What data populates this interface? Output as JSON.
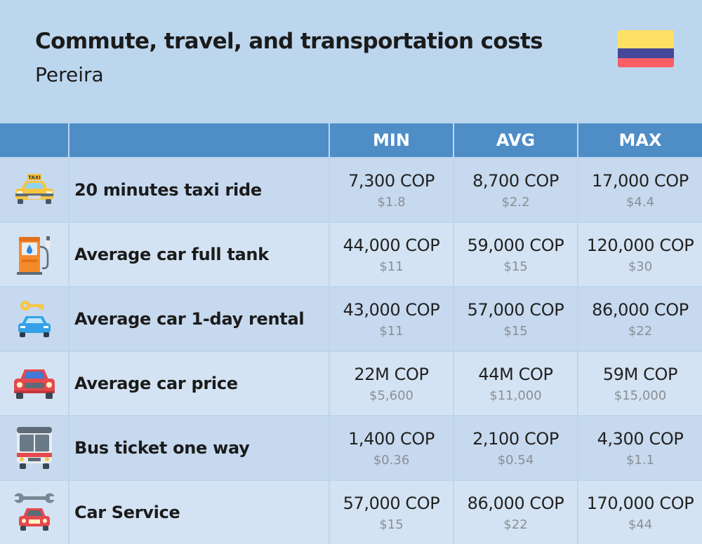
{
  "header": {
    "title": "Commute, travel, and transportation costs",
    "subtitle": "Pereira",
    "flag_colors": [
      "#fde165",
      "#44489a",
      "#fb5f65"
    ]
  },
  "table": {
    "columns": [
      "MIN",
      "AVG",
      "MAX"
    ],
    "rows": [
      {
        "icon": "taxi-icon",
        "label": "20 minutes taxi ride",
        "min": "7,300 COP",
        "min_usd": "$1.8",
        "avg": "8,700 COP",
        "avg_usd": "$2.2",
        "max": "17,000 COP",
        "max_usd": "$4.4"
      },
      {
        "icon": "fuel-pump-icon",
        "label": "Average car full tank",
        "min": "44,000 COP",
        "min_usd": "$11",
        "avg": "59,000 COP",
        "avg_usd": "$15",
        "max": "120,000 COP",
        "max_usd": "$30"
      },
      {
        "icon": "car-rental-key-icon",
        "label": "Average car 1-day rental",
        "min": "43,000 COP",
        "min_usd": "$11",
        "avg": "57,000 COP",
        "avg_usd": "$15",
        "max": "86,000 COP",
        "max_usd": "$22"
      },
      {
        "icon": "car-icon",
        "label": "Average car price",
        "min": "22M COP",
        "min_usd": "$5,600",
        "avg": "44M COP",
        "avg_usd": "$11,000",
        "max": "59M COP",
        "max_usd": "$15,000"
      },
      {
        "icon": "bus-icon",
        "label": "Bus ticket one way",
        "min": "1,400 COP",
        "min_usd": "$0.36",
        "avg": "2,100 COP",
        "avg_usd": "$0.54",
        "max": "4,300 COP",
        "max_usd": "$1.1"
      },
      {
        "icon": "car-service-wrench-icon",
        "label": "Car Service",
        "min": "57,000 COP",
        "min_usd": "$15",
        "avg": "86,000 COP",
        "avg_usd": "$22",
        "max": "170,000 COP",
        "max_usd": "$44"
      }
    ],
    "taxi_sign": "TAXI",
    "colors": {
      "header_bg": "#4f8dc7",
      "row_dark": "#c6d9ee",
      "row_light": "#d4e3f3",
      "grid": "#ffffff"
    }
  }
}
